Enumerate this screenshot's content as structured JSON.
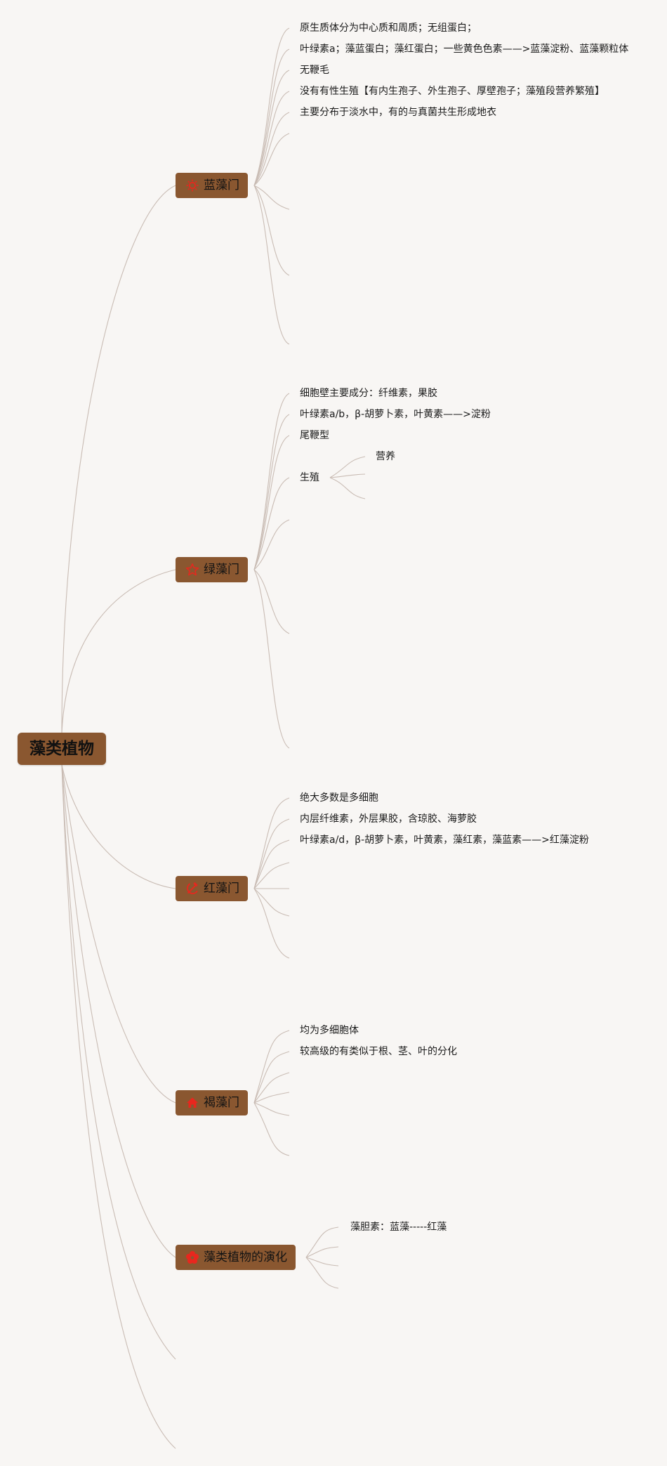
{
  "root": {
    "label": "藻类植物"
  },
  "branches": [
    {
      "label": "蓝藻门",
      "icon": "sun-icon",
      "items": [
        "原生质体分为中心质和周质；无组蛋白；",
        "叶绿素a；藻蓝蛋白；藻红蛋白；一些黄色色素——>蓝藻淀粉、蓝藻颗粒体",
        "无鞭毛",
        "没有有性生殖【有内生孢子、外生孢子、厚壁孢子；藻殖段营养繁殖】",
        "主要分布于淡水中，有的与真菌共生形成地衣"
      ]
    },
    {
      "label": "绿藻门",
      "icon": "star-icon",
      "items": [
        "细胞壁主要成分：纤维素，果胶",
        "叶绿素a/b，β-胡萝卜素，叶黄素——>淀粉",
        "尾鞭型",
        "生殖"
      ],
      "sub": {
        "label": "营养"
      }
    },
    {
      "label": "红藻门",
      "icon": "hammer-sickle-icon",
      "items": [
        "绝大多数是多细胞",
        "内层纤维素，外层果胶，含琼胶、海萝胶",
        "叶绿素a/d，β-胡萝卜素，叶黄素，藻红素，藻蓝素——>红藻淀粉"
      ]
    },
    {
      "label": "褐藻门",
      "icon": "house-icon",
      "items": [
        "均为多细胞体",
        "较高级的有类似于根、茎、叶的分化"
      ]
    },
    {
      "label": "藻类植物的演化",
      "icon": "flower-icon",
      "items": [
        "藻胆素：蓝藻-----红藻"
      ]
    }
  ],
  "colors": {
    "node_fill": "#8a5730",
    "icon_red": "#e8271e",
    "line": "#c9bcb4",
    "background": "#f8f6f4"
  }
}
